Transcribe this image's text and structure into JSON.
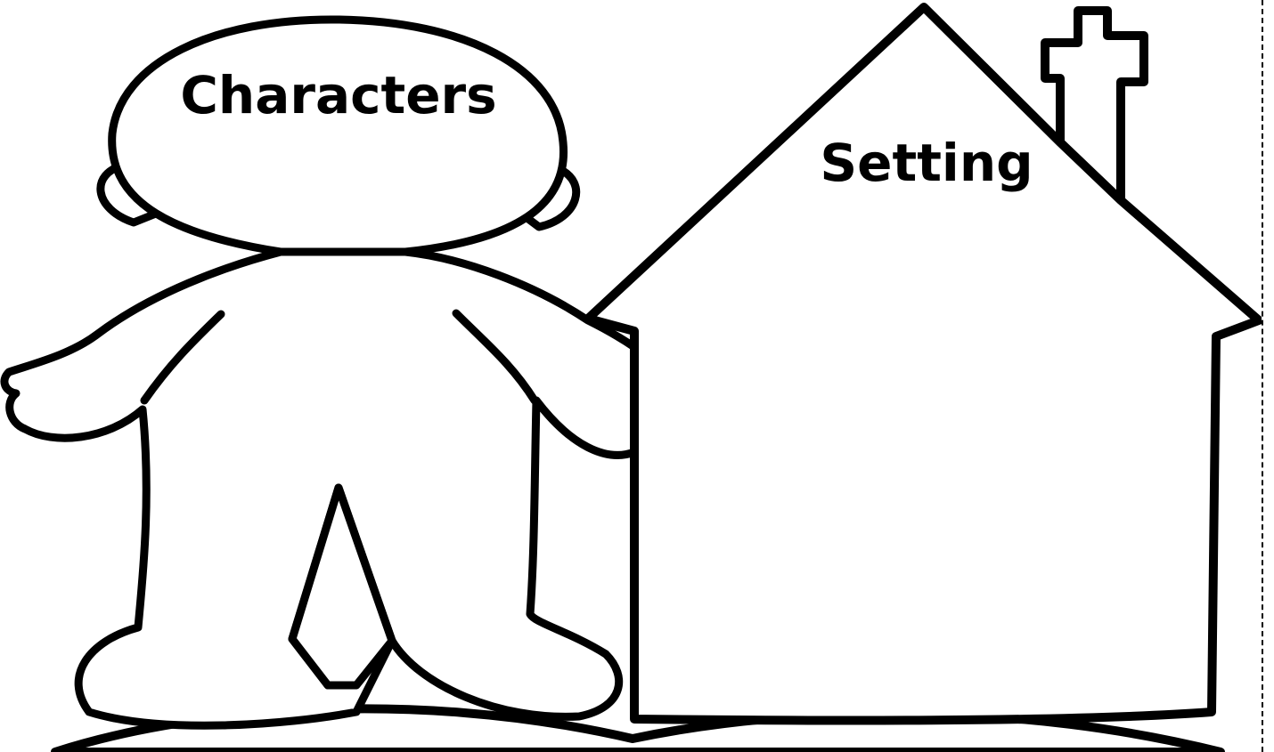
{
  "labels": {
    "characters": "Characters",
    "setting": "Setting"
  },
  "colors": {
    "outline": "#000000",
    "background": "#ffffff"
  },
  "shapes": {
    "character": "person-outline",
    "setting": "house-outline",
    "ground": "hill-outline"
  }
}
